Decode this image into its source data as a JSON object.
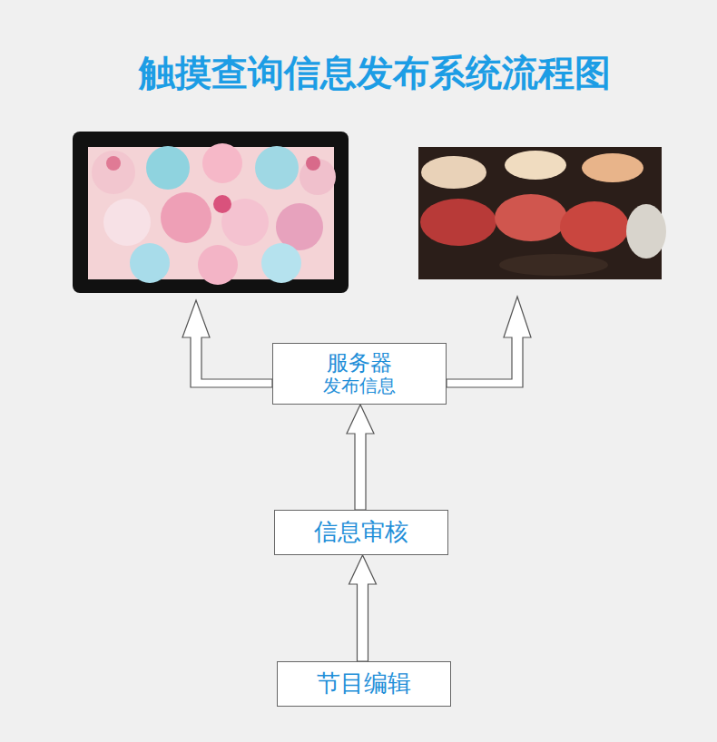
{
  "diagram": {
    "title": "触摸查询信息发布系统流程图",
    "nodes": [
      {
        "text": [
          "服务器",
          "发布信息"
        ]
      },
      {
        "text": [
          "信息审核"
        ]
      },
      {
        "text": [
          "节目编辑"
        ]
      }
    ],
    "edges": [
      {
        "from": 1,
        "to": 0,
        "arrow": "to"
      },
      {
        "from": 2,
        "to": 1,
        "arrow": "to"
      }
    ]
  }
}
